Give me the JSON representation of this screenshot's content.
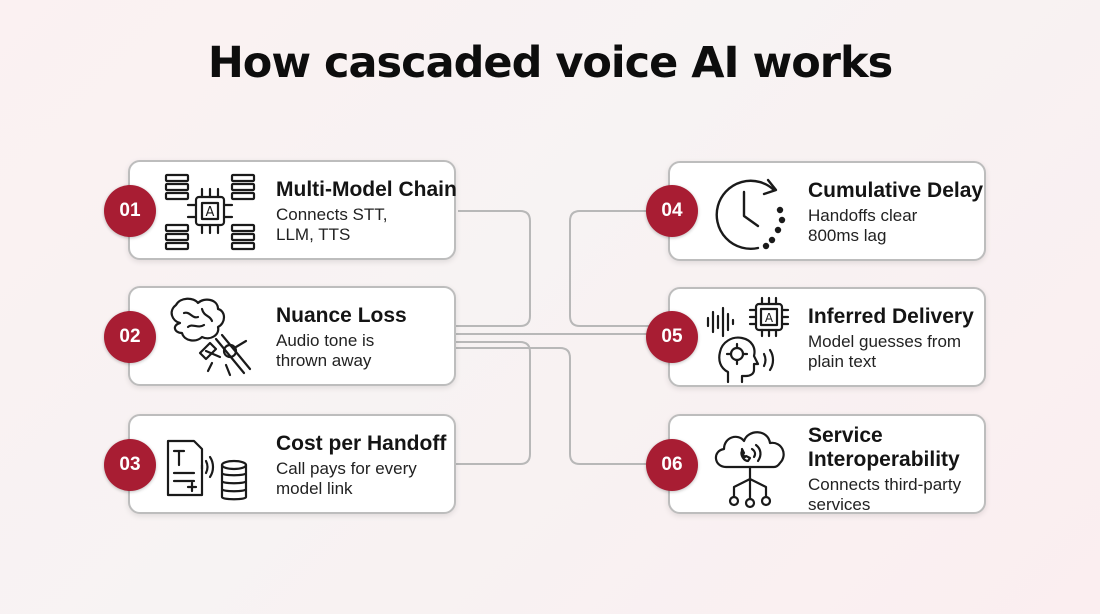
{
  "title": "How cascaded voice AI works",
  "colors": {
    "accent": "#a81d33",
    "card_border": "#bdbdbd",
    "connector": "#b5b5b5"
  },
  "items": [
    {
      "number": "01",
      "heading": "Multi-Model Chain",
      "desc1": "Connects STT,",
      "desc2": "LLM, TTS",
      "icon": "ai-chip-servers-icon"
    },
    {
      "number": "02",
      "heading": "Nuance Loss",
      "desc1": "Audio tone is",
      "desc2": "thrown away",
      "icon": "brain-broken-link-icon"
    },
    {
      "number": "03",
      "heading": "Cost per Handoff",
      "desc1": "Call pays for every",
      "desc2": "model link",
      "icon": "document-coins-icon"
    },
    {
      "number": "04",
      "heading": "Cumulative Delay",
      "desc1": "Handoffs clear",
      "desc2": "800ms lag",
      "icon": "clock-icon"
    },
    {
      "number": "05",
      "heading": "Inferred Delivery",
      "desc1": "Model guesses from",
      "desc2": "plain text",
      "icon": "voice-ai-head-icon"
    },
    {
      "number": "06",
      "heading": "Service",
      "heading2": "Interoperability",
      "desc1": "Connects third-party",
      "desc2": "services",
      "icon": "cloud-network-icon"
    }
  ]
}
